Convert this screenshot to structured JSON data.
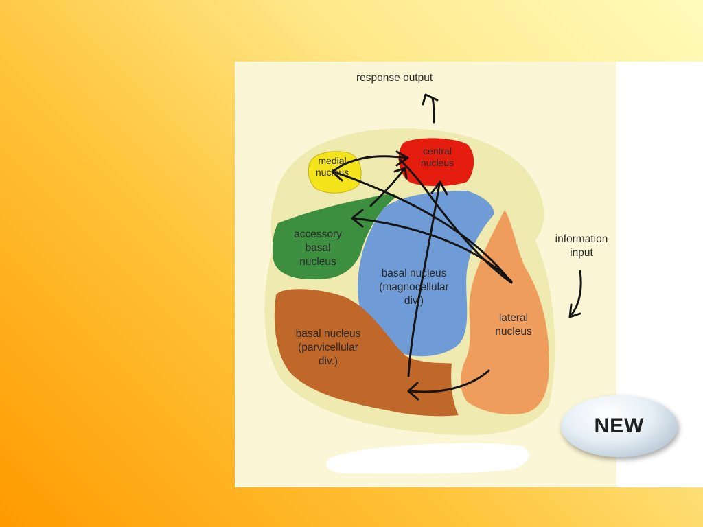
{
  "diagram": {
    "nodes": [
      {
        "id": "medial",
        "label": "medial\nnucleus",
        "color": "#f4e41b"
      },
      {
        "id": "central",
        "label": "central\nnucleus",
        "color": "#e51d0f"
      },
      {
        "id": "accessory-basal",
        "label": "accessory\nbasal\nnucleus",
        "color": "#3d8f40"
      },
      {
        "id": "basal-magno",
        "label": "basal nucleus\n(magnocellular\ndiv.)",
        "color": "#6f9cd6"
      },
      {
        "id": "basal-parvi",
        "label": "basal nucleus\n(parvicellular\ndiv.)",
        "color": "#c0682a"
      },
      {
        "id": "lateral",
        "label": "lateral\nnucleus",
        "color": "#ef9d5c"
      }
    ],
    "output_label": "response output",
    "input_label": "information\ninput"
  },
  "badge": {
    "label": "NEW"
  }
}
